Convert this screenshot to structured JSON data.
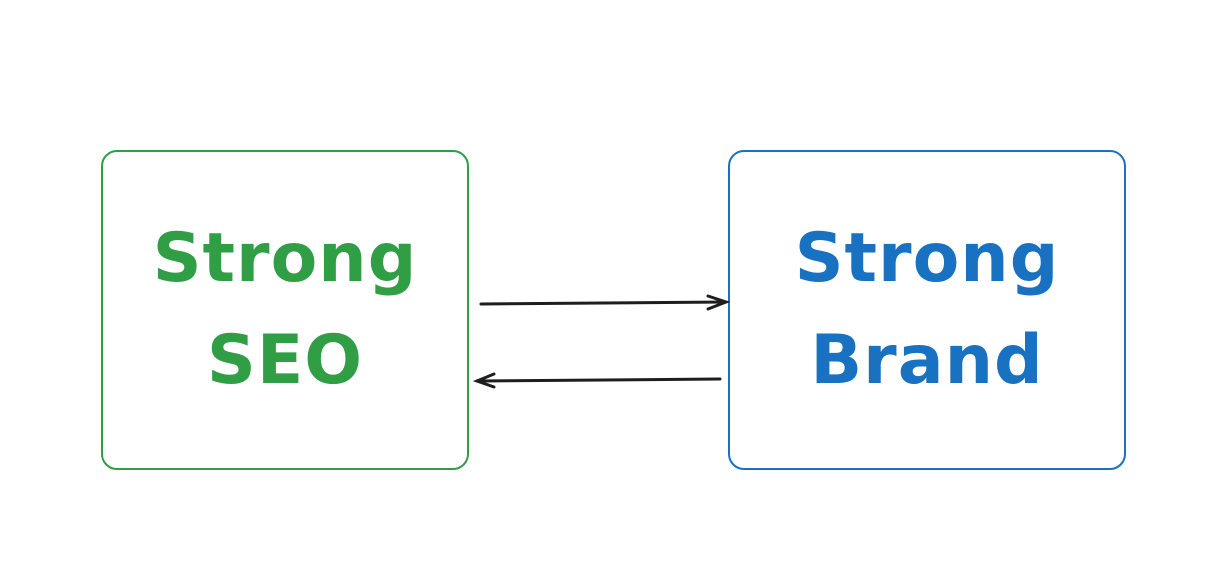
{
  "nodes": [
    {
      "id": "seo",
      "label": "Strong SEO",
      "color": "#2f9e44"
    },
    {
      "id": "brand",
      "label": "Strong Brand",
      "color": "#1971c2"
    }
  ],
  "edges": [
    {
      "from": "seo",
      "to": "brand"
    },
    {
      "from": "brand",
      "to": "seo"
    }
  ],
  "arrow_color": "#1e1e1e"
}
